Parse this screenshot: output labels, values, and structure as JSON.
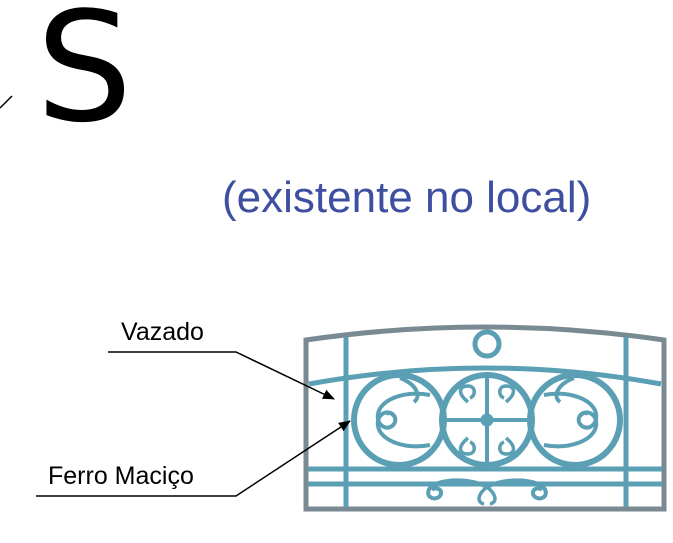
{
  "title_letter": "S",
  "subtitle": "(existente no local)",
  "callouts": {
    "vazado": "Vazado",
    "ferro_macico": "Ferro Maciço"
  },
  "colors": {
    "text": "#000000",
    "subtitle": "#3f4fa0",
    "iron": "#5a9fb4",
    "frame": "#7a8a92",
    "leader": "#000000"
  }
}
